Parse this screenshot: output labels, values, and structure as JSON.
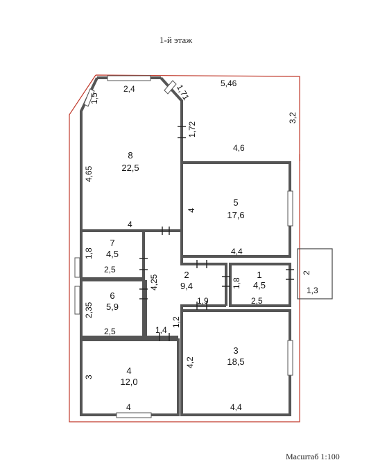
{
  "title": "1-й этаж",
  "scale": "Масштаб 1:100",
  "rooms": [
    {
      "id": "8",
      "area": "22,5"
    },
    {
      "id": "5",
      "area": "17,6"
    },
    {
      "id": "7",
      "area": "4,5"
    },
    {
      "id": "2",
      "area": "9,4"
    },
    {
      "id": "1",
      "area": "4,5"
    },
    {
      "id": "6",
      "area": "5,9"
    },
    {
      "id": "3",
      "area": "18,5"
    },
    {
      "id": "4",
      "area": "12,0"
    }
  ],
  "dimensions": {
    "d_2_4": "2,4",
    "d_1_71": "1,71",
    "d_5_46": "5,46",
    "d_1_5": "1,5",
    "d_3_2": "3,2",
    "d_1_72": "1,72",
    "d_4_6": "4,6",
    "d_4_65": "4,65",
    "d_4_r5": "4",
    "d_4_r8": "4",
    "d_1_8_r7": "1,8",
    "d_2_5_r7": "2,5",
    "d_4_4_r5": "4,4",
    "d_2_porch": "2",
    "d_1_3": "1,3",
    "d_4_25": "4,25",
    "d_1_8_r1": "1,8",
    "d_1_9": "1,9",
    "d_2_5_r1": "2,5",
    "d_2_35": "2,35",
    "d_2_5_r6": "2,5",
    "d_1_4": "1,4",
    "d_1_2": "1,2",
    "d_4_2": "4,2",
    "d_3": "3",
    "d_4_r4": "4",
    "d_4_4_r3": "4,4"
  }
}
